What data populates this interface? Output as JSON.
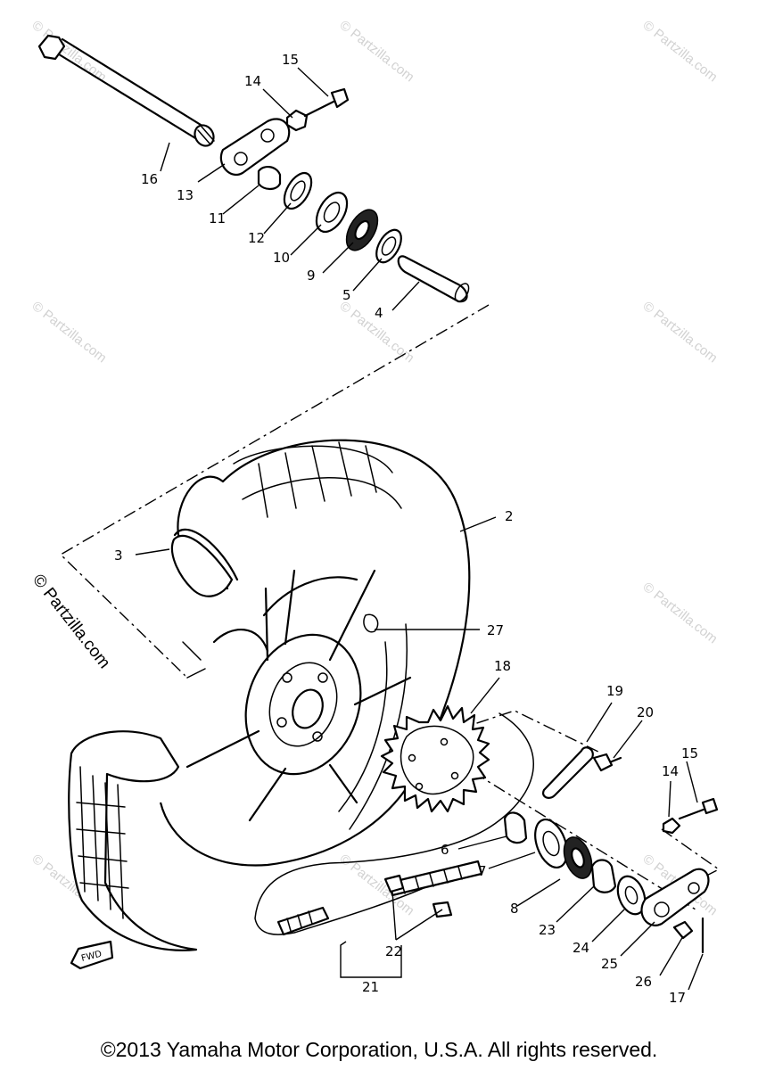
{
  "watermark_text": "© Partzilla.com",
  "side_watermark_text": "© Partzilla.com",
  "copyright": "©2013  Yamaha Motor Corporation, U.S.A. All rights reserved.",
  "direction_tag": "FWD",
  "callouts": {
    "c2": "2",
    "c3": "3",
    "c4": "4",
    "c5": "5",
    "c6": "6",
    "c7": "7",
    "c8": "8",
    "c9": "9",
    "c10": "10",
    "c11": "11",
    "c12": "12",
    "c13": "13",
    "c14a": "14",
    "c14b": "14",
    "c15a": "15",
    "c15b": "15",
    "c16": "16",
    "c17": "17",
    "c18": "18",
    "c19": "19",
    "c20": "20",
    "c21": "21",
    "c22": "22",
    "c23": "23",
    "c24": "24",
    "c25": "25",
    "c26": "26",
    "c27": "27"
  },
  "colors": {
    "ink": "#000000",
    "watermark": "#d2d2d2",
    "background": "#ffffff"
  }
}
